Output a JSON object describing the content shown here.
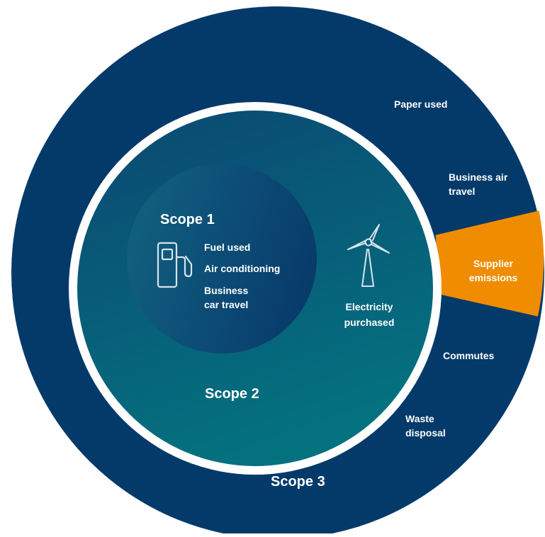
{
  "scope1": {
    "title": "Scope 1",
    "items": [
      "Fuel used",
      "Air conditioning",
      "Business car travel"
    ],
    "icon": "fuel-pump-icon"
  },
  "scope2": {
    "title": "Scope 2",
    "item": "Electricity purchased",
    "icon": "wind-turbine-icon"
  },
  "scope3": {
    "title": "Scope 3",
    "items": [
      "Paper used",
      "Business air travel",
      "Supplier emissions",
      "Commutes",
      "Waste disposal"
    ],
    "highlighted_item": "Supplier emissions"
  },
  "colors": {
    "scope3_ring": "#043A6A",
    "scope2_circle_top": "#0C4C73",
    "scope2_circle_bottom": "#05707F",
    "scope1_circle_dark": "#0A3D6E",
    "scope1_circle_light": "#0F5B7C",
    "separator_ring": "#FFFFFF",
    "highlight": "#F08C00",
    "text": "#FFFFFF"
  }
}
